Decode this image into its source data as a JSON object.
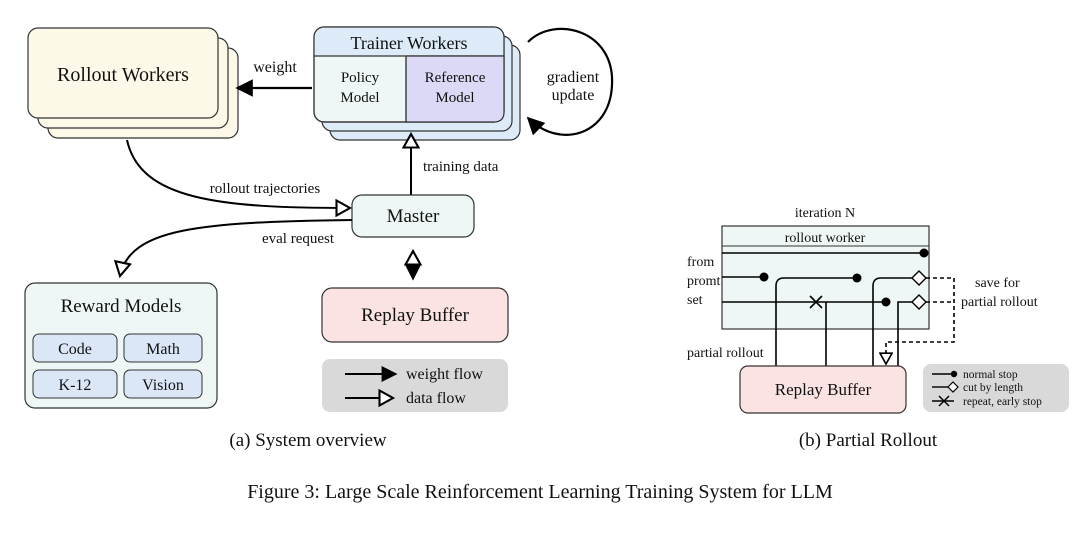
{
  "panel_a": {
    "rollout_workers": "Rollout Workers",
    "trainer_workers": "Trainer Workers",
    "policy_model": [
      "Policy",
      "Model"
    ],
    "reference_model": [
      "Reference",
      "Model"
    ],
    "gradient_update": [
      "gradient",
      "update"
    ],
    "weight": "weight",
    "training_data": "training data",
    "rollout_trajectories": "rollout trajectories",
    "master": "Master",
    "eval_request": "eval request",
    "reward_models": "Reward Models",
    "reward_items": [
      "Code",
      "Math",
      "K-12",
      "Vision"
    ],
    "replay_buffer": "Replay Buffer",
    "legend": [
      "weight flow",
      "data flow"
    ],
    "caption": "(a) System overview"
  },
  "panel_b": {
    "iteration": "iteration N",
    "rollout_worker": "rollout worker",
    "from_prompt_set": [
      "from",
      "promt",
      "set"
    ],
    "save_for": [
      "save for",
      "partial rollout"
    ],
    "partial_rollout": "partial rollout",
    "replay_buffer": "Replay Buffer",
    "legend": [
      "normal stop",
      "cut by length",
      "repeat, early stop"
    ],
    "caption": "(b) Partial Rollout"
  },
  "figure_caption": "Figure 3: Large Scale Reinforcement Learning Training System for LLM",
  "colors": {
    "rollout_fill": "#fdf9e8",
    "trainer_fill": "#dcebf7",
    "reference_fill": "#dcd9f7",
    "master_fill": "#eef7f5",
    "reward_fill": "#eef7f5",
    "reward_item_fill": "#dbe7f7",
    "replay_fill": "#fbe3e3",
    "legend_fill": "#d9d9d9"
  }
}
